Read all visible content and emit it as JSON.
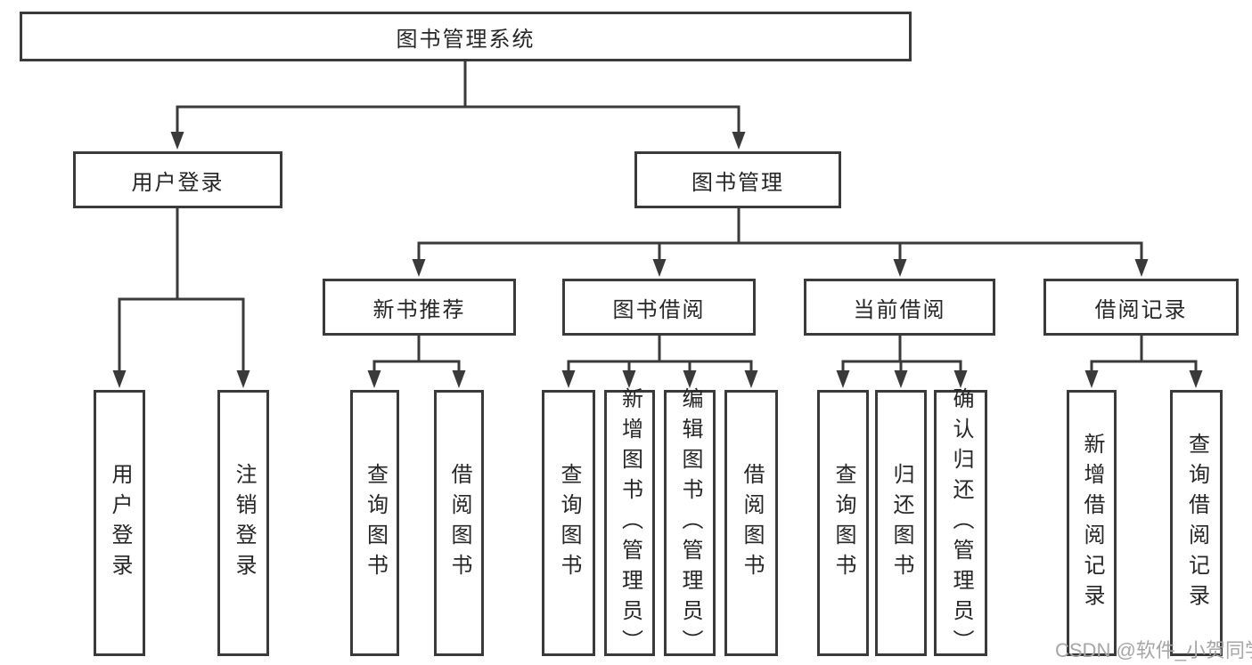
{
  "diagram": {
    "root": {
      "label": "图书管理系统"
    },
    "level2": [
      {
        "label": "用户登录"
      },
      {
        "label": "图书管理"
      }
    ],
    "level3": [
      {
        "label": "新书推荐"
      },
      {
        "label": "图书借阅"
      },
      {
        "label": "当前借阅"
      },
      {
        "label": "借阅记录"
      }
    ],
    "leafGroups": [
      {
        "parent": "用户登录",
        "items": [
          "用户登录",
          "注销登录"
        ]
      },
      {
        "parent": "新书推荐",
        "items": [
          "查询图书",
          "借阅图书"
        ]
      },
      {
        "parent": "图书借阅",
        "items": [
          "查询图书",
          "新增图书（管理员）",
          "编辑图书（管理员）",
          "借阅图书"
        ]
      },
      {
        "parent": "当前借阅",
        "items": [
          "查询图书",
          "归还图书",
          "确认归还（管理员）"
        ]
      },
      {
        "parent": "借阅记录",
        "items": [
          "新增借阅记录",
          "查询借阅记录"
        ]
      }
    ]
  },
  "watermark": {
    "text": "CSDN @软件_小贺同学"
  },
  "colors": {
    "line": "#3a3a3a",
    "text": "#262626",
    "watermark": "#a6a6a6",
    "background": "#ffffff"
  }
}
